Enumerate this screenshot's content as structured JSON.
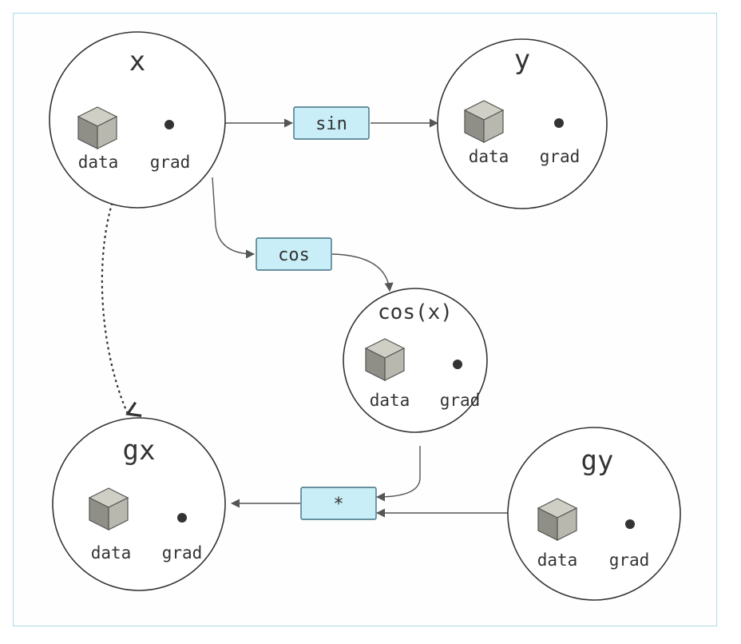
{
  "diagram": {
    "nodes": {
      "x": {
        "title": "x",
        "data_label": "data",
        "grad_label": "grad"
      },
      "y": {
        "title": "y",
        "data_label": "data",
        "grad_label": "grad"
      },
      "cosx": {
        "title": "cos(x)",
        "data_label": "data",
        "grad_label": "grad"
      },
      "gx": {
        "title": "gx",
        "data_label": "data",
        "grad_label": "grad"
      },
      "gy": {
        "title": "gy",
        "data_label": "data",
        "grad_label": "grad"
      }
    },
    "functions": {
      "sin": "sin",
      "cos": "cos",
      "mul": "*"
    },
    "colors": {
      "frame_border": "#a9dbe8",
      "function_box_fill": "#c9eef8",
      "function_box_border": "#3f6f7f",
      "node_border": "#333333",
      "arrow": "#555555",
      "cube": "#a8a8a0"
    },
    "edges": [
      {
        "from": "x",
        "to": "sin",
        "style": "solid"
      },
      {
        "from": "sin",
        "to": "y",
        "style": "solid"
      },
      {
        "from": "x",
        "to": "cos",
        "style": "solid"
      },
      {
        "from": "cos",
        "to": "cos(x)",
        "style": "solid"
      },
      {
        "from": "cos(x)",
        "to": "*",
        "style": "solid"
      },
      {
        "from": "gy",
        "to": "*",
        "style": "solid"
      },
      {
        "from": "*",
        "to": "gx",
        "style": "solid"
      },
      {
        "from": "x.grad",
        "to": "gx",
        "style": "dotted"
      }
    ]
  }
}
